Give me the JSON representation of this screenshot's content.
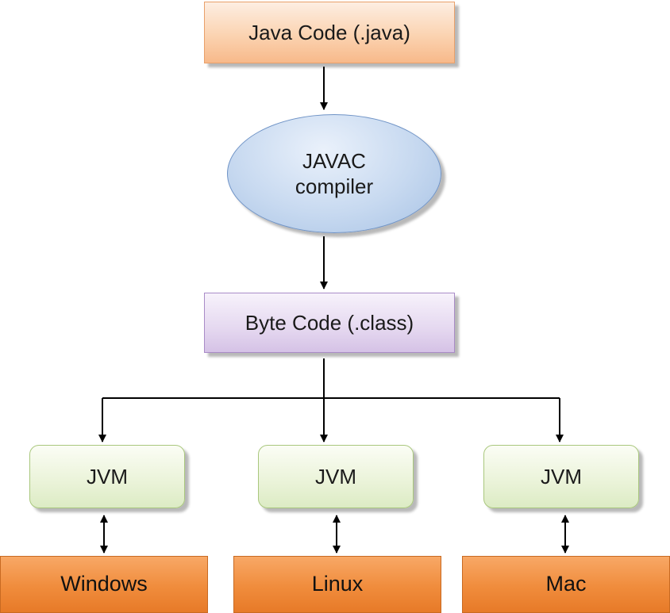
{
  "nodes": {
    "java_code": "Java Code (.java)",
    "javac_line1": "JAVAC",
    "javac_line2": "compiler",
    "byte_code": "Byte Code (.class)",
    "jvm": [
      "JVM",
      "JVM",
      "JVM"
    ],
    "os": [
      "Windows",
      "Linux",
      "Mac"
    ]
  },
  "colors": {
    "connector": "#000000",
    "java_code_fill": "#fbd3b1",
    "javac_fill": "#c7d9f0",
    "byte_code_fill": "#e5d8f0",
    "jvm_fill": "#eaf3d8",
    "os_fill": "#f08c3c"
  }
}
